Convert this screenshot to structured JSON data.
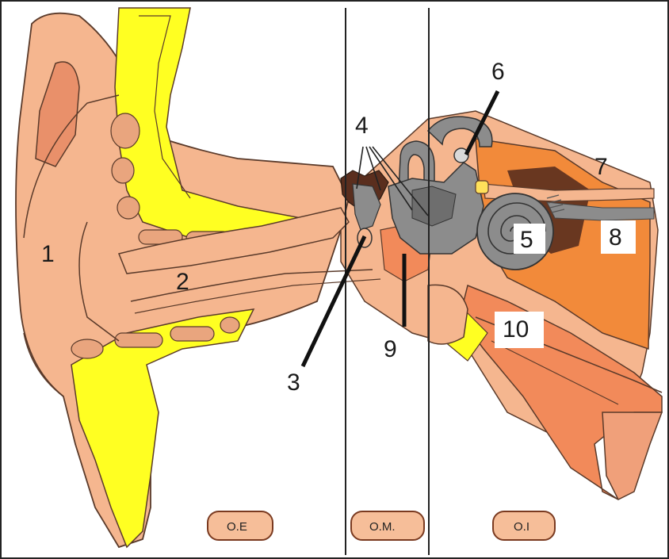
{
  "labels": {
    "l1": "1",
    "l2": "2",
    "l3": "3",
    "l4": "4",
    "l5": "5",
    "l6": "6",
    "l7": "7",
    "l8": "8",
    "l9": "9",
    "l10": "10"
  },
  "zones": {
    "outer": "O.E",
    "middle": "O.M.",
    "inner": "O.I"
  },
  "colors": {
    "skin": "#F5B68F",
    "skin_dark": "#E9906A",
    "cartilage": "#FFFF22",
    "bone": "#E9A57E",
    "orange": "#F28A3A",
    "grey": "#8C8C8C",
    "dark_brown": "#5A2E1E",
    "zone_box": "#F6BE99"
  }
}
